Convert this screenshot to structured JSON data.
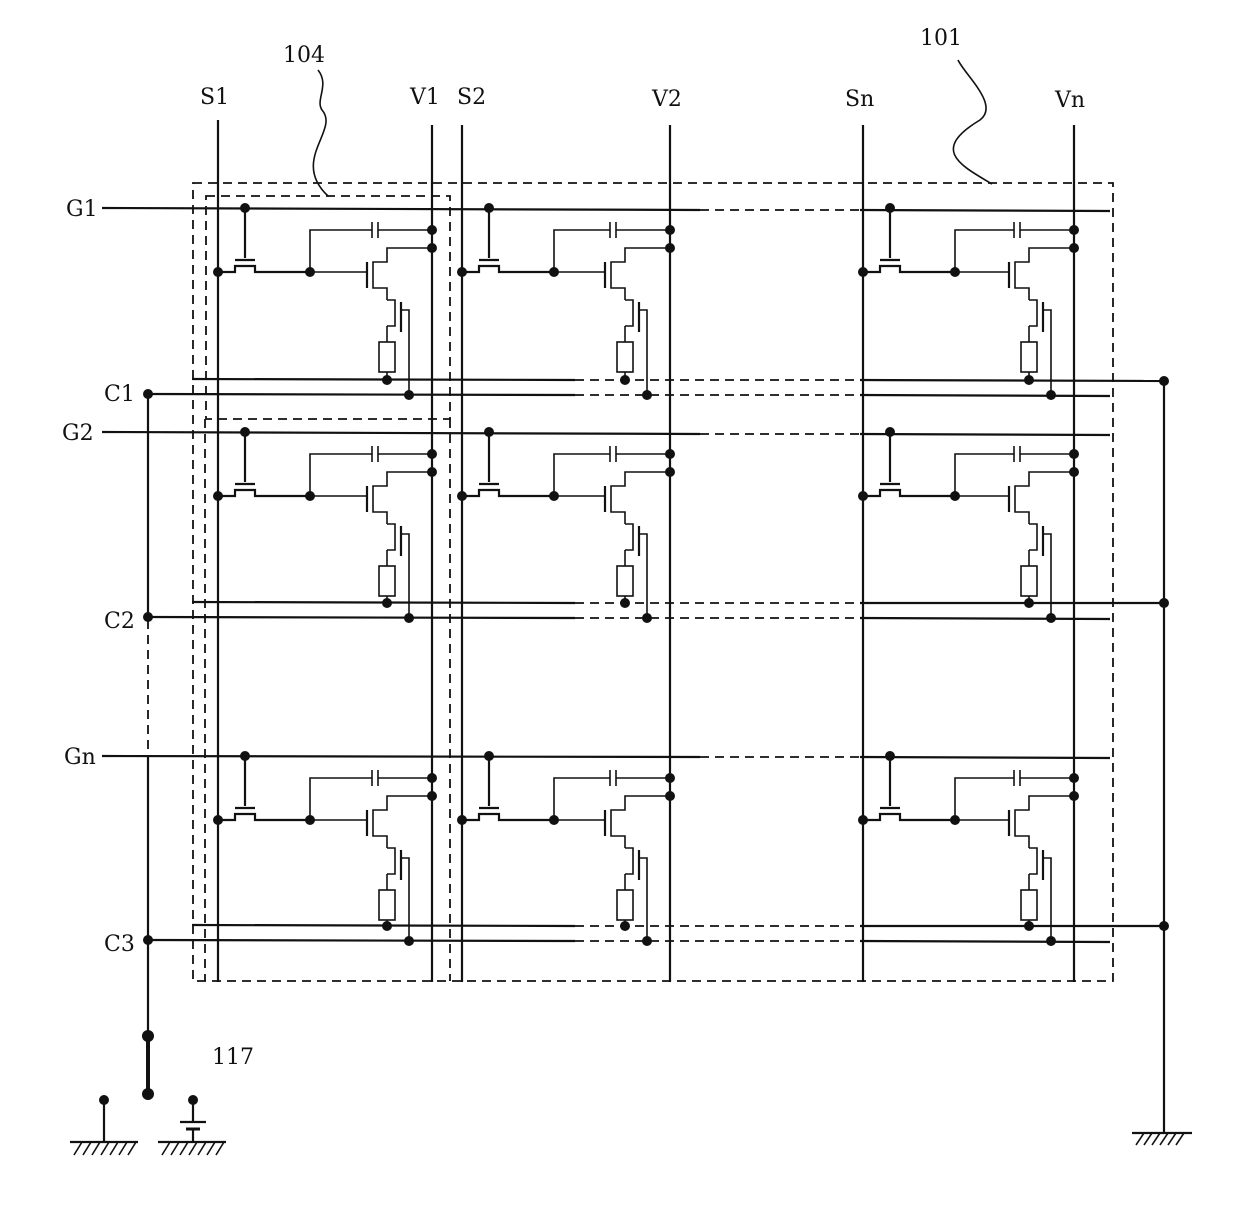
{
  "labels": {
    "ref_104": "104",
    "ref_101": "101",
    "ref_117": "117",
    "s1": "S1",
    "v1": "V1",
    "s2": "S2",
    "v2": "V2",
    "sn": "Sn",
    "vn": "Vn",
    "g1": "G1",
    "g2": "G2",
    "gn": "Gn",
    "c1": "C1",
    "c2": "C2",
    "c3": "C3"
  }
}
